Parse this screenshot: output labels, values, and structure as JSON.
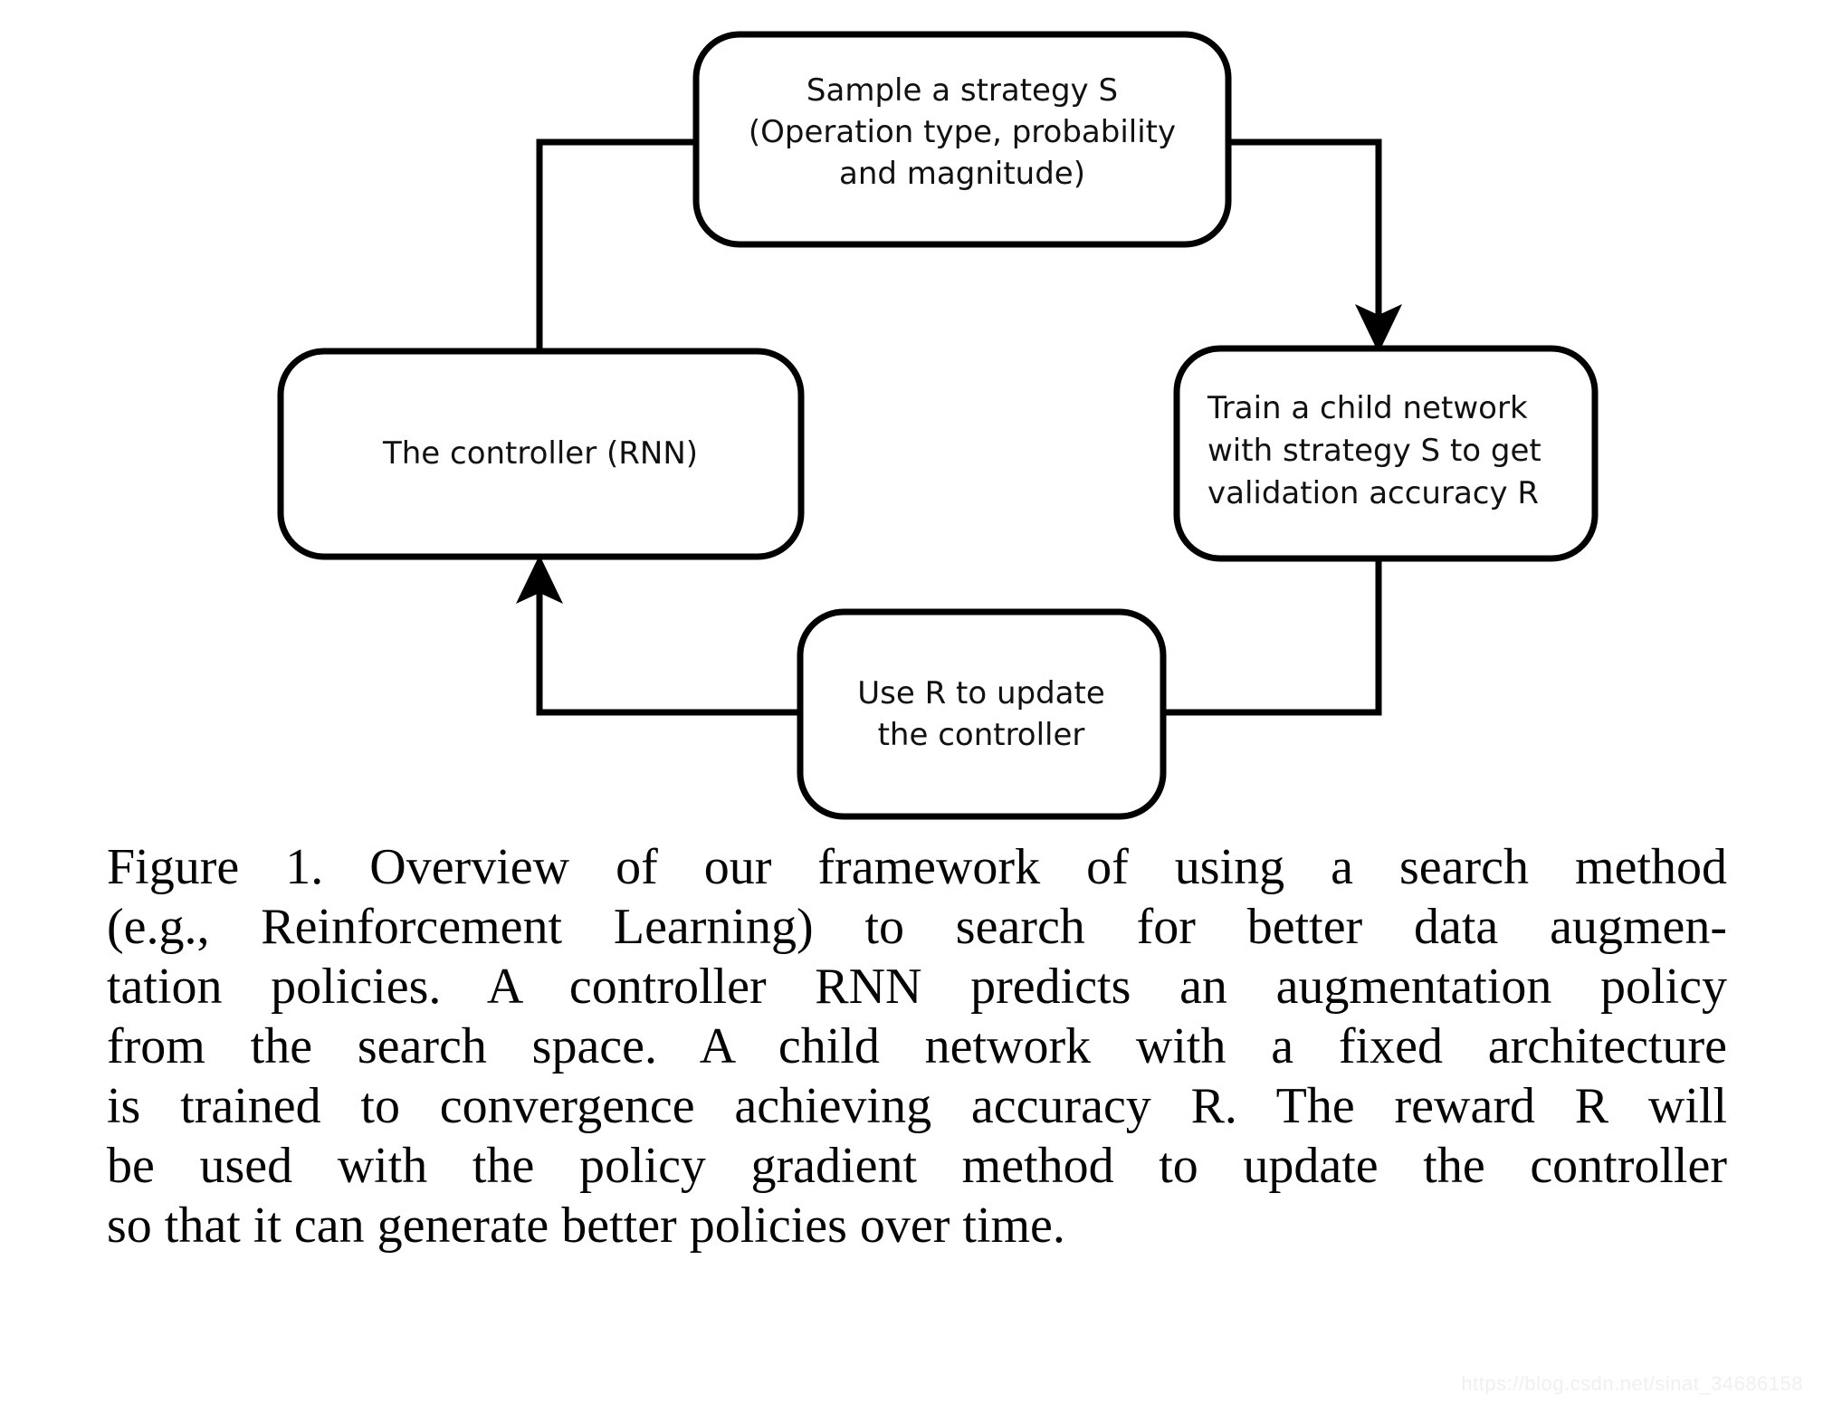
{
  "figure": {
    "diagram_type": "flowchart-cycle",
    "nodes": [
      {
        "id": "sample-strategy",
        "lines": [
          "Sample a strategy S",
          "(Operation type, probability",
          "and magnitude)"
        ],
        "align": "center"
      },
      {
        "id": "controller",
        "lines": [
          "The controller (RNN)"
        ],
        "align": "center"
      },
      {
        "id": "train-child",
        "lines": [
          "Train a child network",
          "with strategy S to get",
          "validation accuracy R"
        ],
        "align": "left"
      },
      {
        "id": "update-controller",
        "lines": [
          "Use R to update",
          "the controller"
        ],
        "align": "center"
      }
    ],
    "edges": [
      {
        "from": "controller",
        "to": "sample-strategy",
        "arrow": false
      },
      {
        "from": "sample-strategy",
        "to": "train-child",
        "arrow": true
      },
      {
        "from": "train-child",
        "to": "update-controller",
        "arrow": false
      },
      {
        "from": "update-controller",
        "to": "controller",
        "arrow": true
      }
    ],
    "stroke_color": "#000000",
    "fill_color": "#ffffff"
  },
  "caption": {
    "lines": [
      "Figure 1. Overview of our framework of using a search method",
      "(e.g., Reinforcement Learning) to search for better data augmen-",
      "tation policies. A controller RNN predicts an augmentation policy",
      "from the search space.  A child network with a fixed architecture",
      "is trained to convergence achieving accuracy R. The reward R will",
      "be used with the policy gradient method to update the controller",
      "so that it can generate better policies over time."
    ]
  },
  "watermark": {
    "text": "https://blog.csdn.net/sinat_34686158",
    "color": "#f0f0f0"
  }
}
